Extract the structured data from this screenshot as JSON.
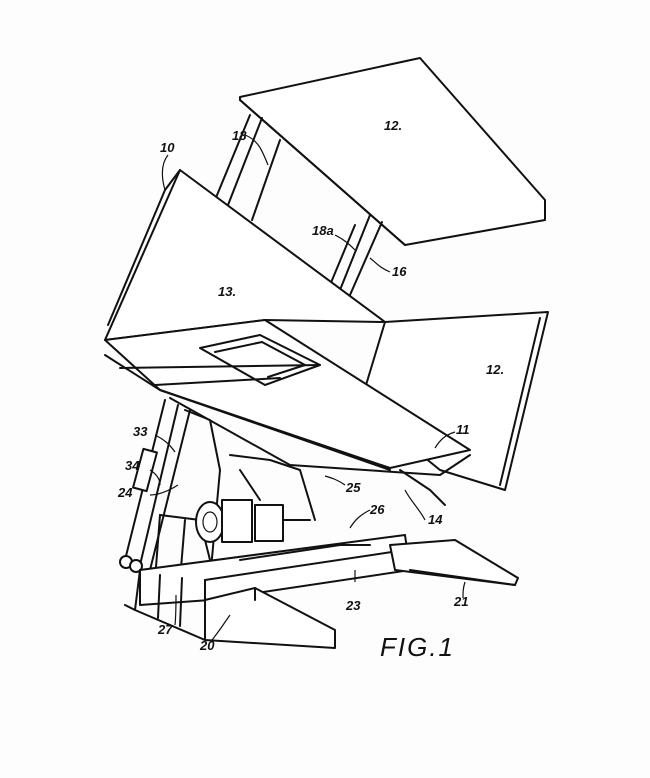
{
  "figure": {
    "caption": "FIG.1",
    "labels": {
      "l10": "10",
      "l11": "11",
      "l12a": "12.",
      "l12b": "12.",
      "l13": "13.",
      "l14": "14",
      "l16": "16",
      "l18": "18",
      "l18a": "18a",
      "l20": "20",
      "l21": "21",
      "l23": "23",
      "l24": "24",
      "l25": "25",
      "l26": "26",
      "l27": "27",
      "l33": "33",
      "l34": "34"
    }
  }
}
